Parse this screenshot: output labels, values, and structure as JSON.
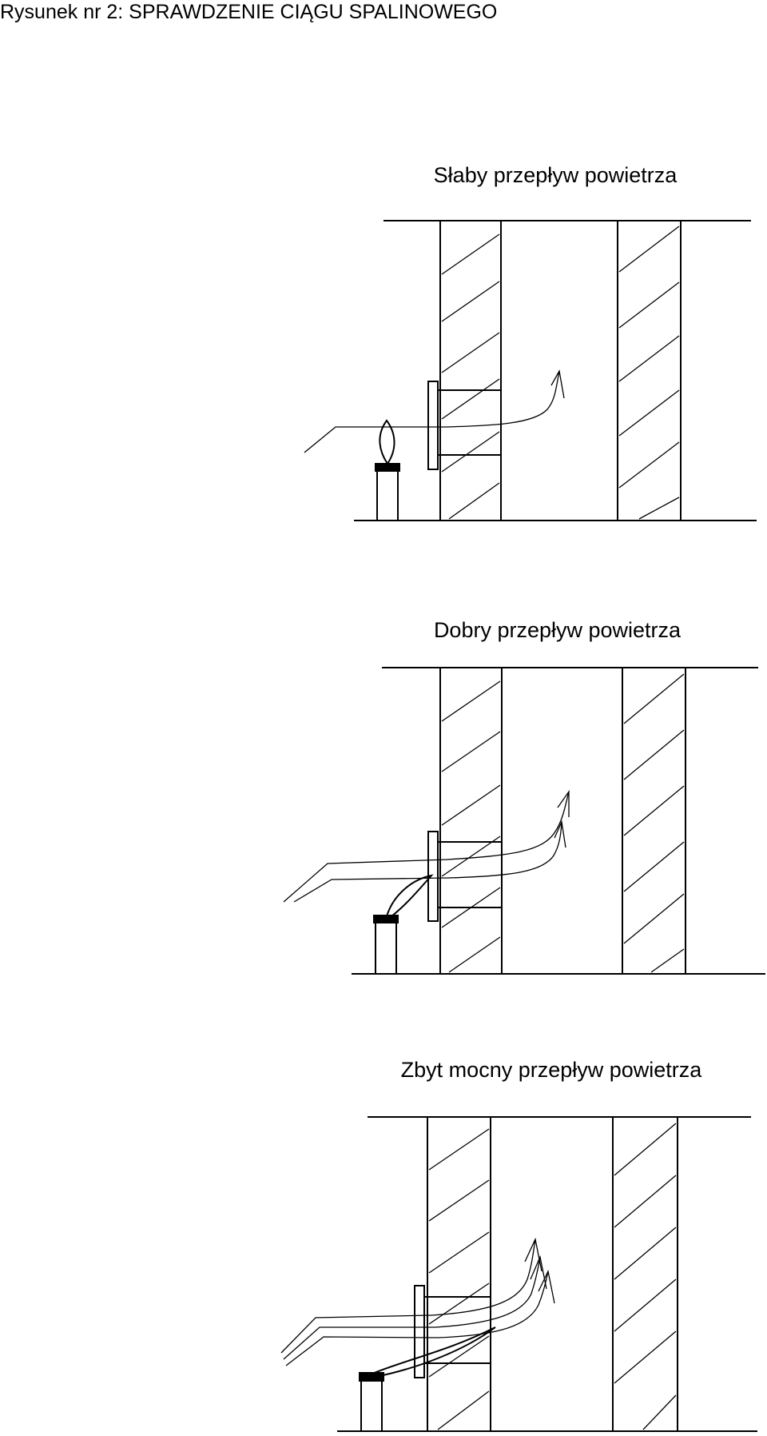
{
  "page": {
    "title": "Rysunek nr 2: SPRAWDZENIE CIĄGU SPALINOWEGO"
  },
  "panels": [
    {
      "caption": "Słaby przepływ powietrza"
    },
    {
      "caption": "Dobry przepływ powietrza"
    },
    {
      "caption": "Zbyt mocny przepływ powietrza"
    }
  ]
}
